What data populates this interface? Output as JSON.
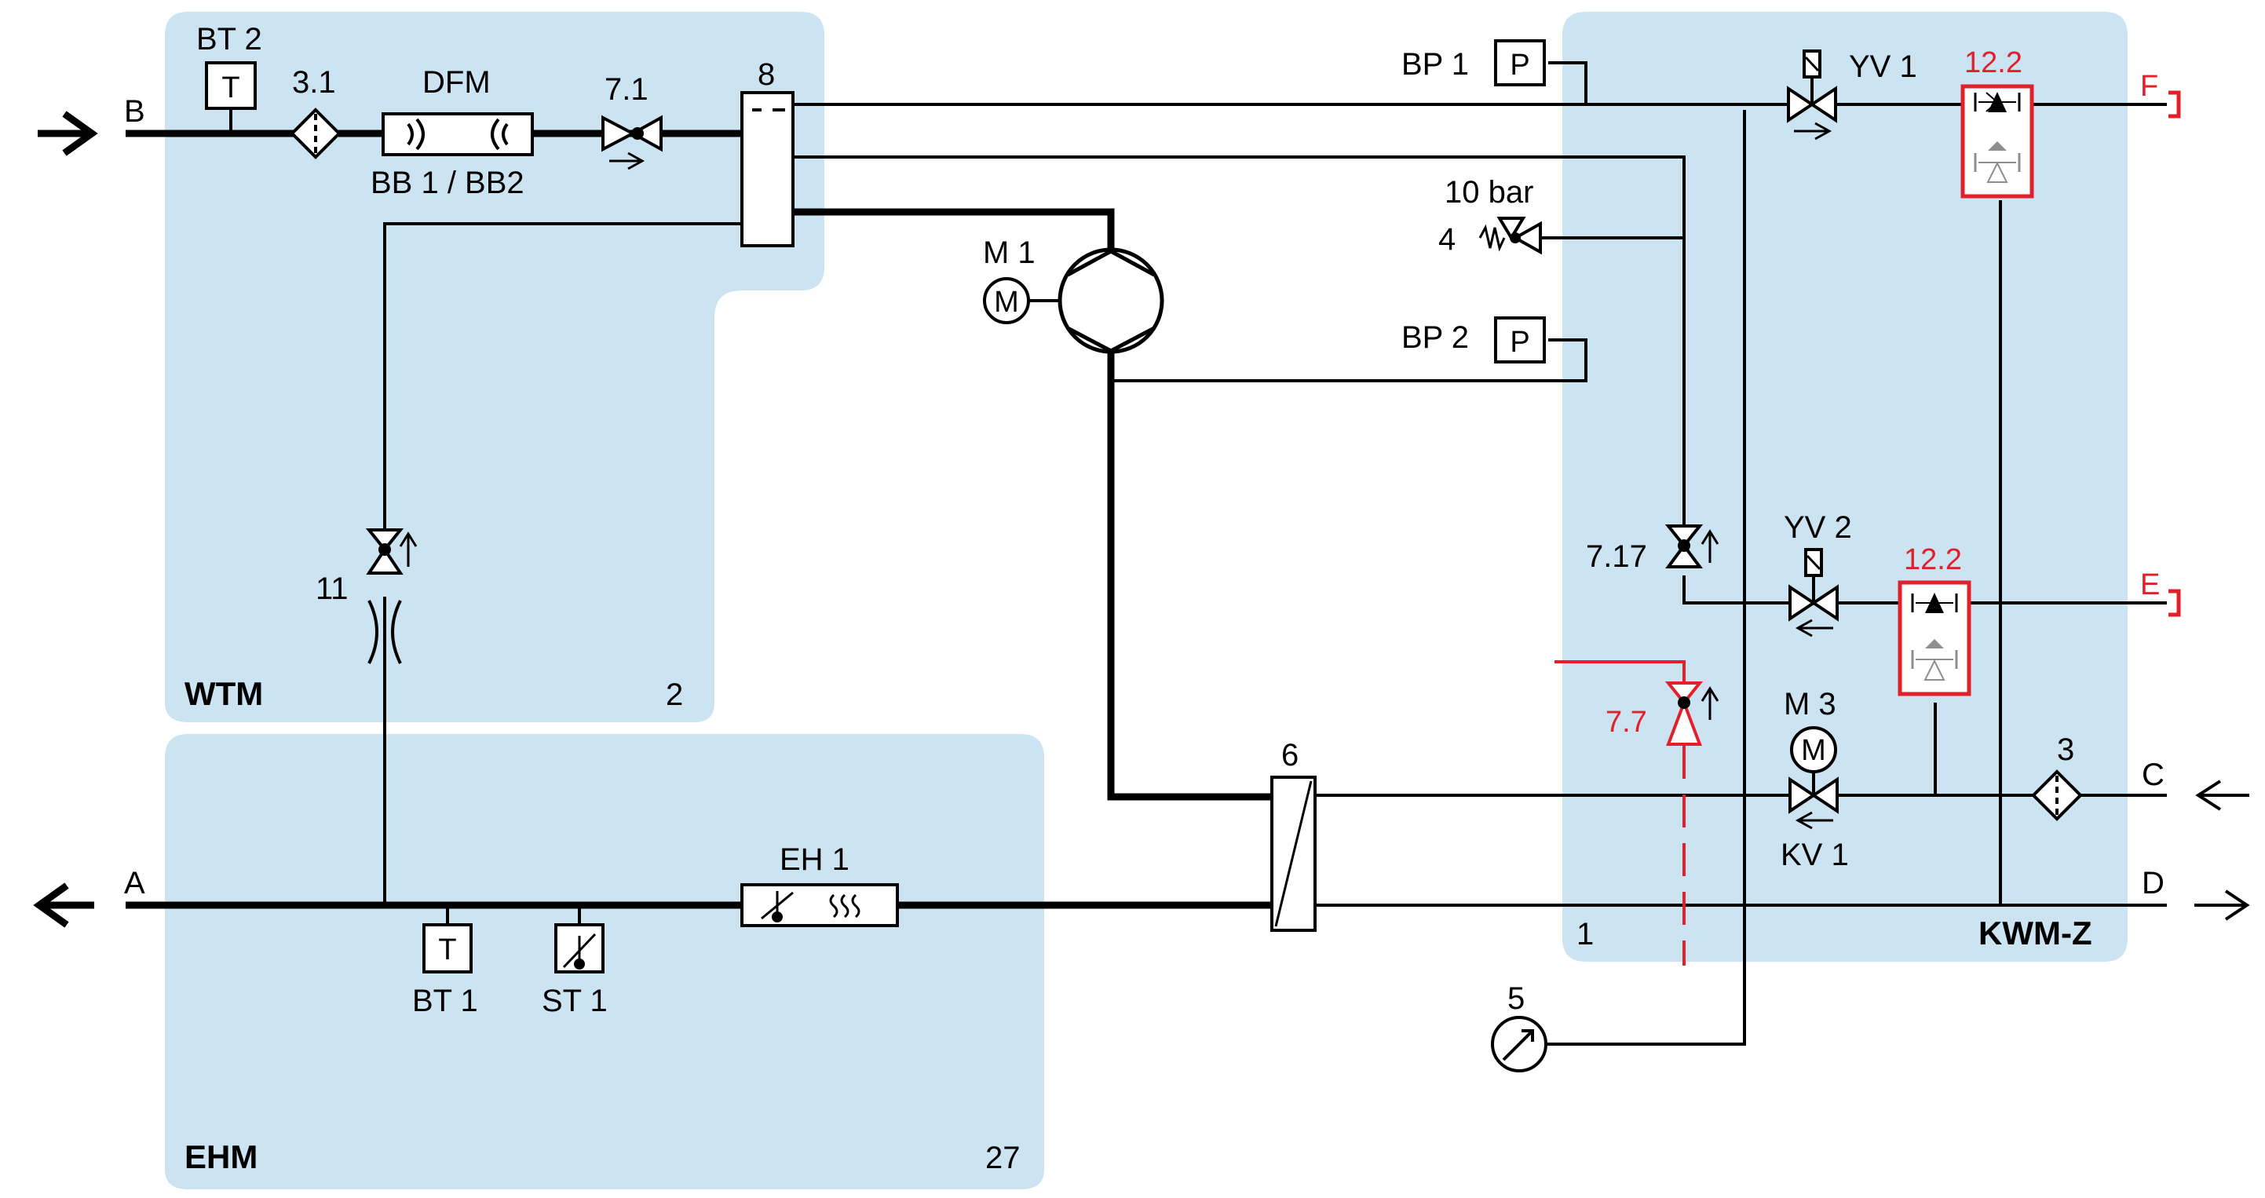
{
  "colors": {
    "zone_fill": "#cce3f2",
    "line": "#000000",
    "accent_red": "#e2202a",
    "grey_symbol": "#8f8f8f",
    "background": "#ffffff"
  },
  "zones": {
    "wtm": {
      "name": "WTM",
      "number": "2"
    },
    "ehm": {
      "name": "EHM",
      "number": "27"
    },
    "kwm": {
      "name": "KWM-Z",
      "number": "1"
    }
  },
  "ports": {
    "A": "A",
    "B": "B",
    "C": "C",
    "D": "D",
    "E": "E",
    "F": "F"
  },
  "components": {
    "bt2": {
      "label": "BT 2",
      "symbol": "T"
    },
    "strainer_31": "3.1",
    "dfm": {
      "label": "DFM",
      "sub": "BB 1 / BB2"
    },
    "valve_71": "7.1",
    "vessel_8": "8",
    "bp1": {
      "label": "BP 1",
      "symbol": "P"
    },
    "yv1": "YV 1",
    "item_122_top": "12.2",
    "relief_4": {
      "pressure": "10 bar",
      "number": "4"
    },
    "m1": {
      "label": "M 1",
      "symbol": "M"
    },
    "bp2": {
      "label": "BP 2",
      "symbol": "P"
    },
    "valve_11": "11",
    "valve_717": "7.17",
    "yv2": "YV 2",
    "item_122_mid": "12.2",
    "valve_77": "7.7",
    "m3": {
      "label": "M 3",
      "symbol": "M"
    },
    "kv1": "KV 1",
    "hx_6": "6",
    "strainer_3": "3",
    "eh1": "EH 1",
    "bt1": {
      "label": "BT 1",
      "symbol": "T"
    },
    "st1": "ST 1",
    "gauge_5": "5"
  },
  "icons": [
    "arrow-in-icon",
    "arrow-out-icon",
    "temperature-sensor-icon",
    "pressure-sensor-icon",
    "strainer-icon",
    "flow-meter-icon",
    "check-valve-icon",
    "solenoid-valve-icon",
    "motor-icon",
    "pump-icon",
    "relief-valve-icon",
    "orifice-icon",
    "heat-exchanger-icon",
    "heater-icon",
    "thermostat-icon",
    "pressure-gauge-icon",
    "end-cap-icon",
    "backflow-preventer-icon"
  ]
}
